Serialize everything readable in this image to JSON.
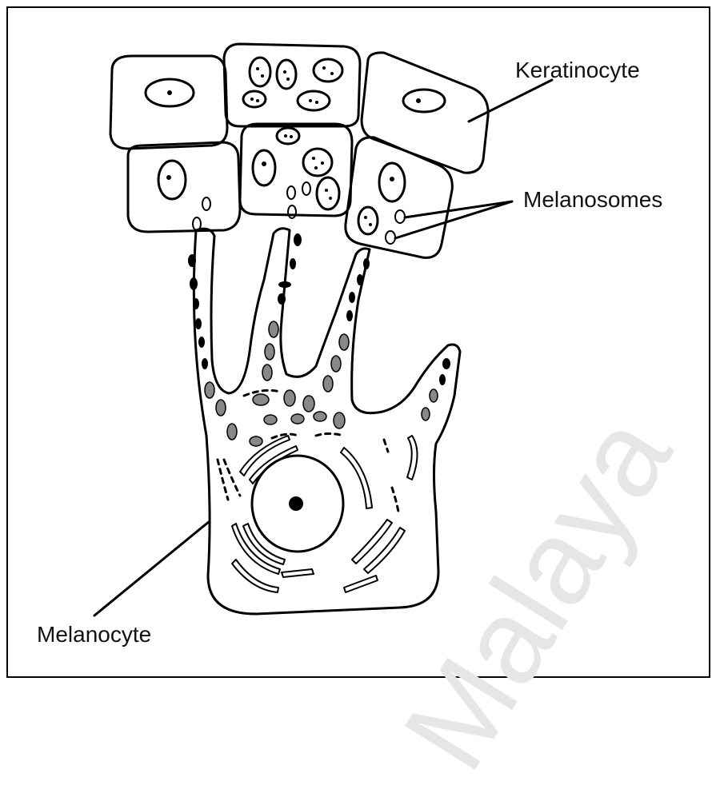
{
  "labels": {
    "keratinocyte": "Keratinocyte",
    "melanosomes": "Melanosomes",
    "melanocyte": "Melanocyte"
  },
  "watermark": "Malaya",
  "colors": {
    "outline": "#000000",
    "melanosome_fill": "#888888",
    "watermark": "#e6e6e6"
  }
}
